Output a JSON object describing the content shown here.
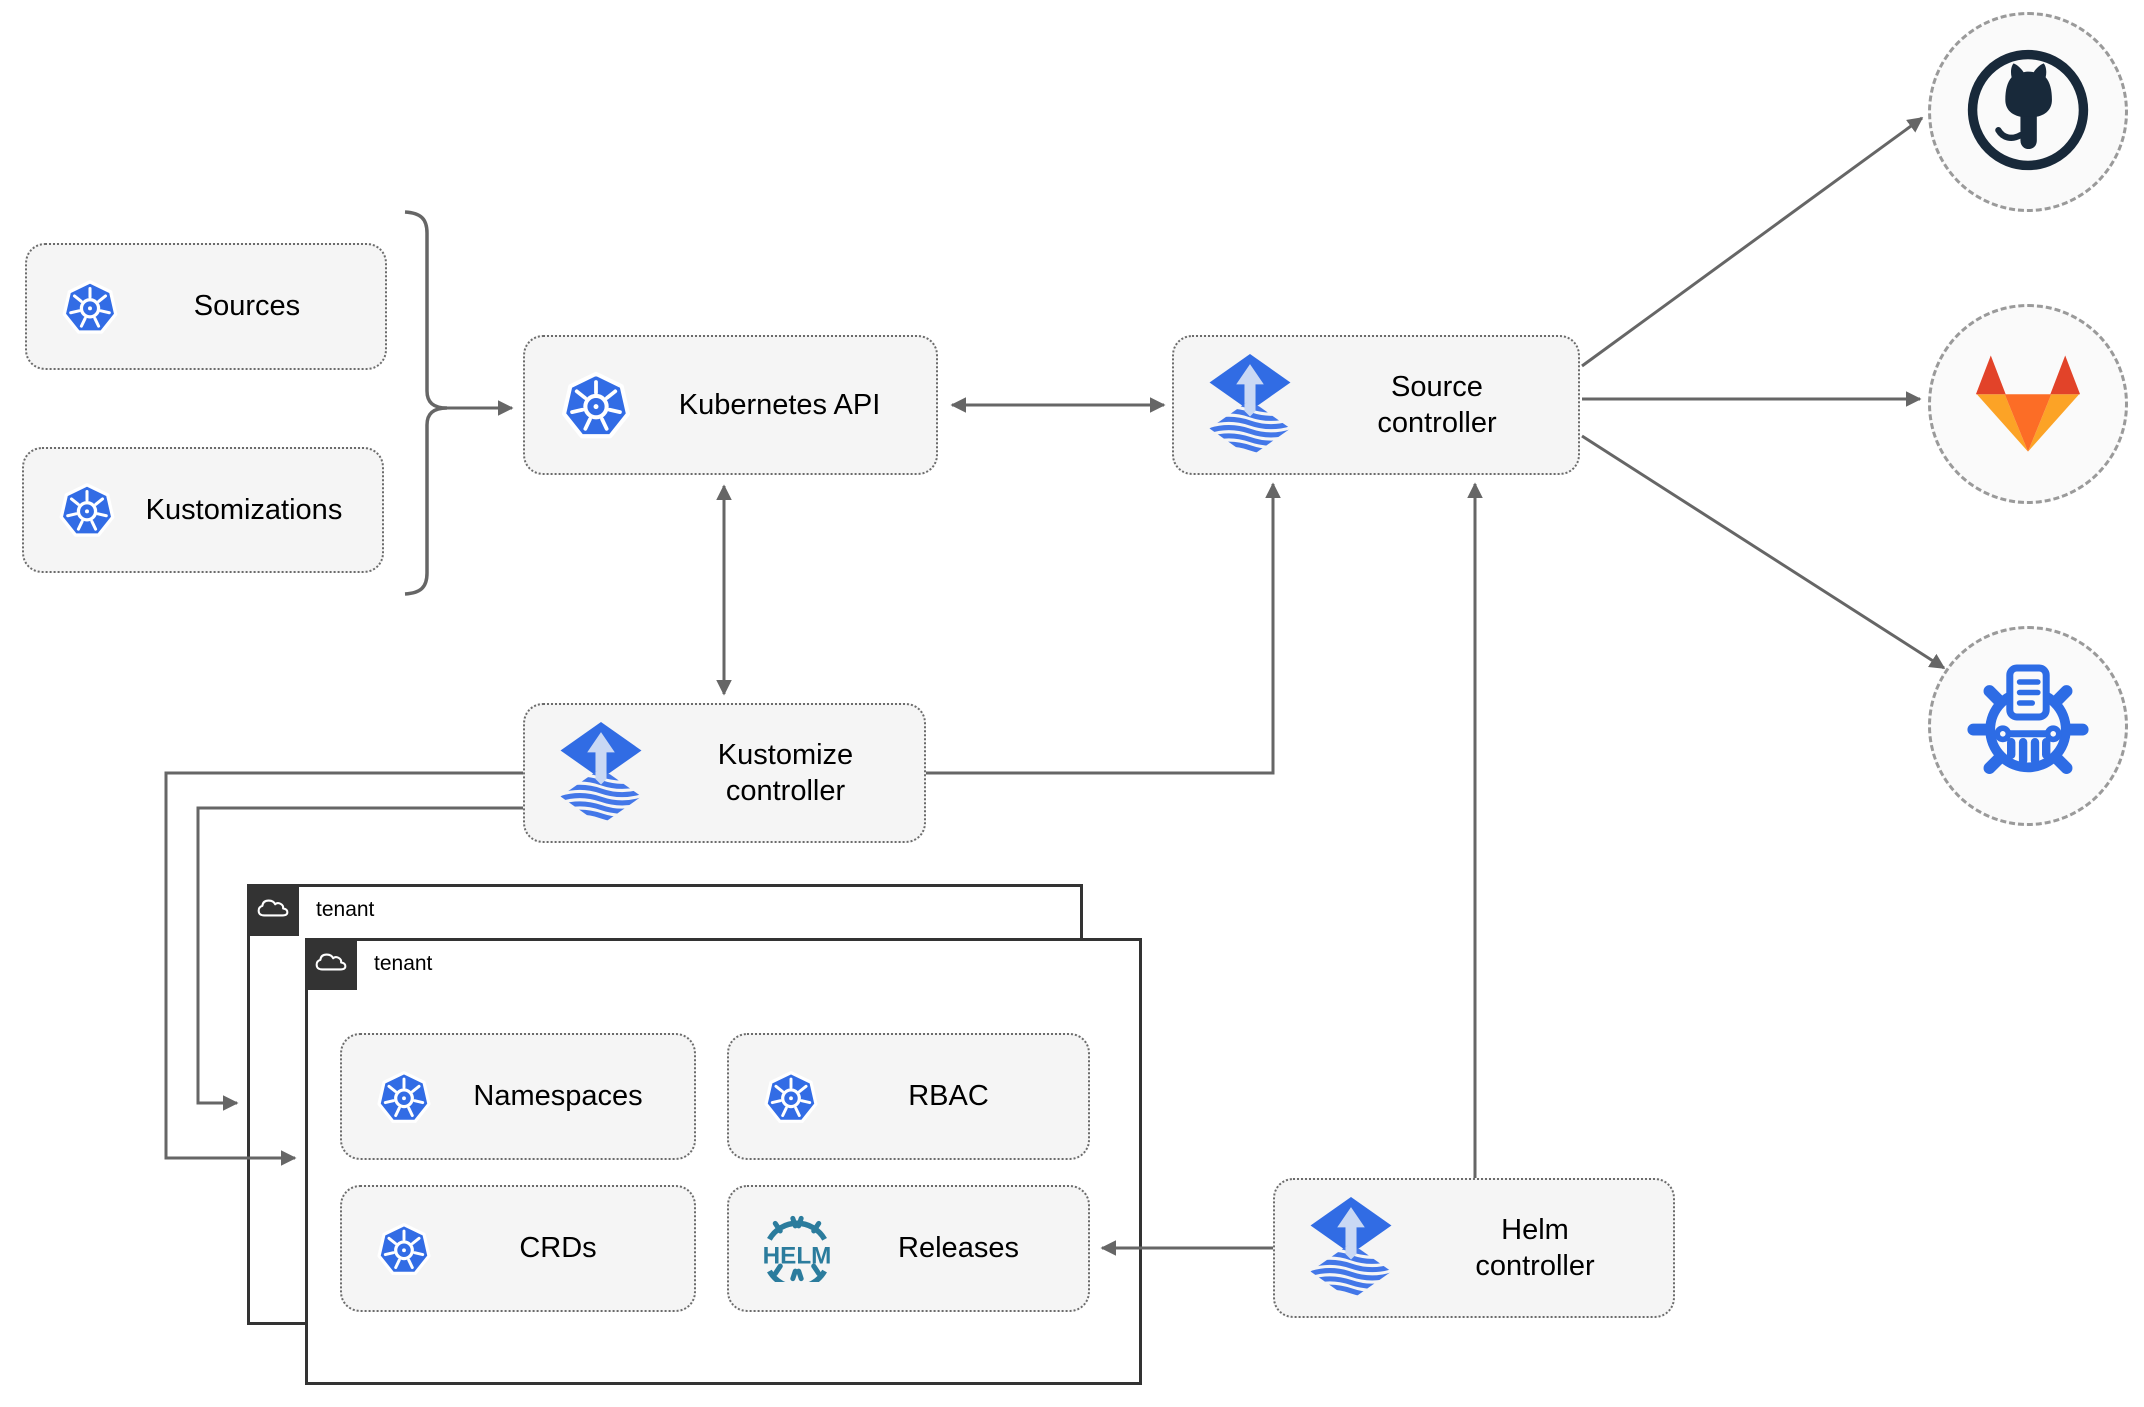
{
  "diagram": {
    "nodes": {
      "sources": {
        "label": "Sources",
        "icon": "kubernetes-logo"
      },
      "kustomizations": {
        "label": "Kustomizations",
        "icon": "kubernetes-logo"
      },
      "kubernetes_api": {
        "label": "Kubernetes API",
        "icon": "kubernetes-logo"
      },
      "source_controller": {
        "label": "Source controller",
        "icon": "flux-logo"
      },
      "kustomize_controller": {
        "label": "Kustomize controller",
        "icon": "flux-logo"
      },
      "helm_controller": {
        "label": "Helm controller",
        "icon": "flux-logo"
      },
      "tenant_back": {
        "label": "tenant",
        "icon": "cloud-icon"
      },
      "tenant_front": {
        "label": "tenant",
        "icon": "cloud-icon"
      },
      "namespaces": {
        "label": "Namespaces",
        "icon": "kubernetes-logo"
      },
      "rbac": {
        "label": "RBAC",
        "icon": "kubernetes-logo"
      },
      "crds": {
        "label": "CRDs",
        "icon": "kubernetes-logo"
      },
      "releases": {
        "label": "Releases",
        "icon": "helm-logo"
      },
      "github": {
        "icon": "github-logo"
      },
      "gitlab": {
        "icon": "gitlab-logo"
      },
      "chartmuseum": {
        "icon": "chartmuseum-logo"
      }
    },
    "edges": [
      {
        "from": "sources",
        "to": "kubernetes_api",
        "style": "brace-arrow"
      },
      {
        "from": "kustomizations",
        "to": "kubernetes_api",
        "style": "brace-arrow"
      },
      {
        "from": "kubernetes_api",
        "to": "source_controller",
        "style": "bidirectional"
      },
      {
        "from": "kubernetes_api",
        "to": "kustomize_controller",
        "style": "bidirectional"
      },
      {
        "from": "kustomize_controller",
        "to": "source_controller",
        "style": "arrow"
      },
      {
        "from": "helm_controller",
        "to": "source_controller",
        "style": "arrow"
      },
      {
        "from": "source_controller",
        "to": "github",
        "style": "arrow"
      },
      {
        "from": "source_controller",
        "to": "gitlab",
        "style": "arrow"
      },
      {
        "from": "source_controller",
        "to": "chartmuseum",
        "style": "arrow"
      },
      {
        "from": "helm_controller",
        "to": "releases",
        "style": "arrow"
      },
      {
        "from": "kustomize_controller",
        "to": "tenant_back",
        "style": "arrow"
      },
      {
        "from": "kustomize_controller",
        "to": "tenant_front",
        "style": "arrow"
      }
    ],
    "colors": {
      "kubernetes_blue": "#326CE5",
      "flux_blue": "#316CE4",
      "flux_light": "#C9D8F4",
      "helm_teal": "#2B7C9D",
      "github_dark": "#18293A",
      "gitlab_red": "#E24329",
      "gitlab_orange": "#FC6D26",
      "gitlab_amber": "#FCA326",
      "chartmuseum_blue": "#2D6CE5",
      "node_fill": "#F5F5F5",
      "line_gray": "#666666",
      "tenant_dark": "#333333"
    }
  }
}
